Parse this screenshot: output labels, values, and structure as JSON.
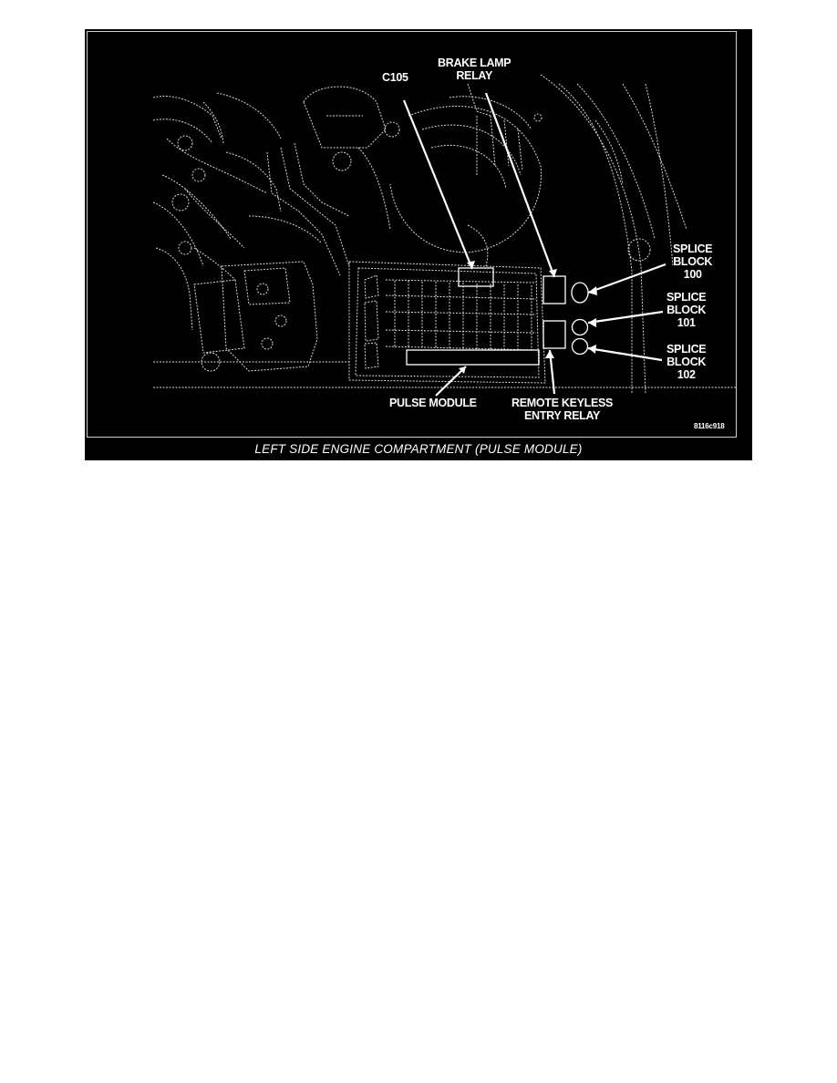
{
  "labels": {
    "brake_lamp_relay": "BRAKE LAMP\nRELAY",
    "c105": "C105",
    "splice_block_100": "SPLICE\nBLOCK\n100",
    "splice_block_101": "SPLICE\nBLOCK\n101",
    "splice_block_102": "SPLICE\nBLOCK\n102",
    "pulse_module": "PULSE MODULE",
    "remote_keyless_entry_relay": "REMOTE KEYLESS\nENTRY RELAY"
  },
  "figure_code": "8116c918",
  "caption": "LEFT SIDE ENGINE COMPARTMENT (PULSE MODULE)",
  "colors": {
    "background": "#000000",
    "line": "#ffffff",
    "page": "#ffffff"
  }
}
